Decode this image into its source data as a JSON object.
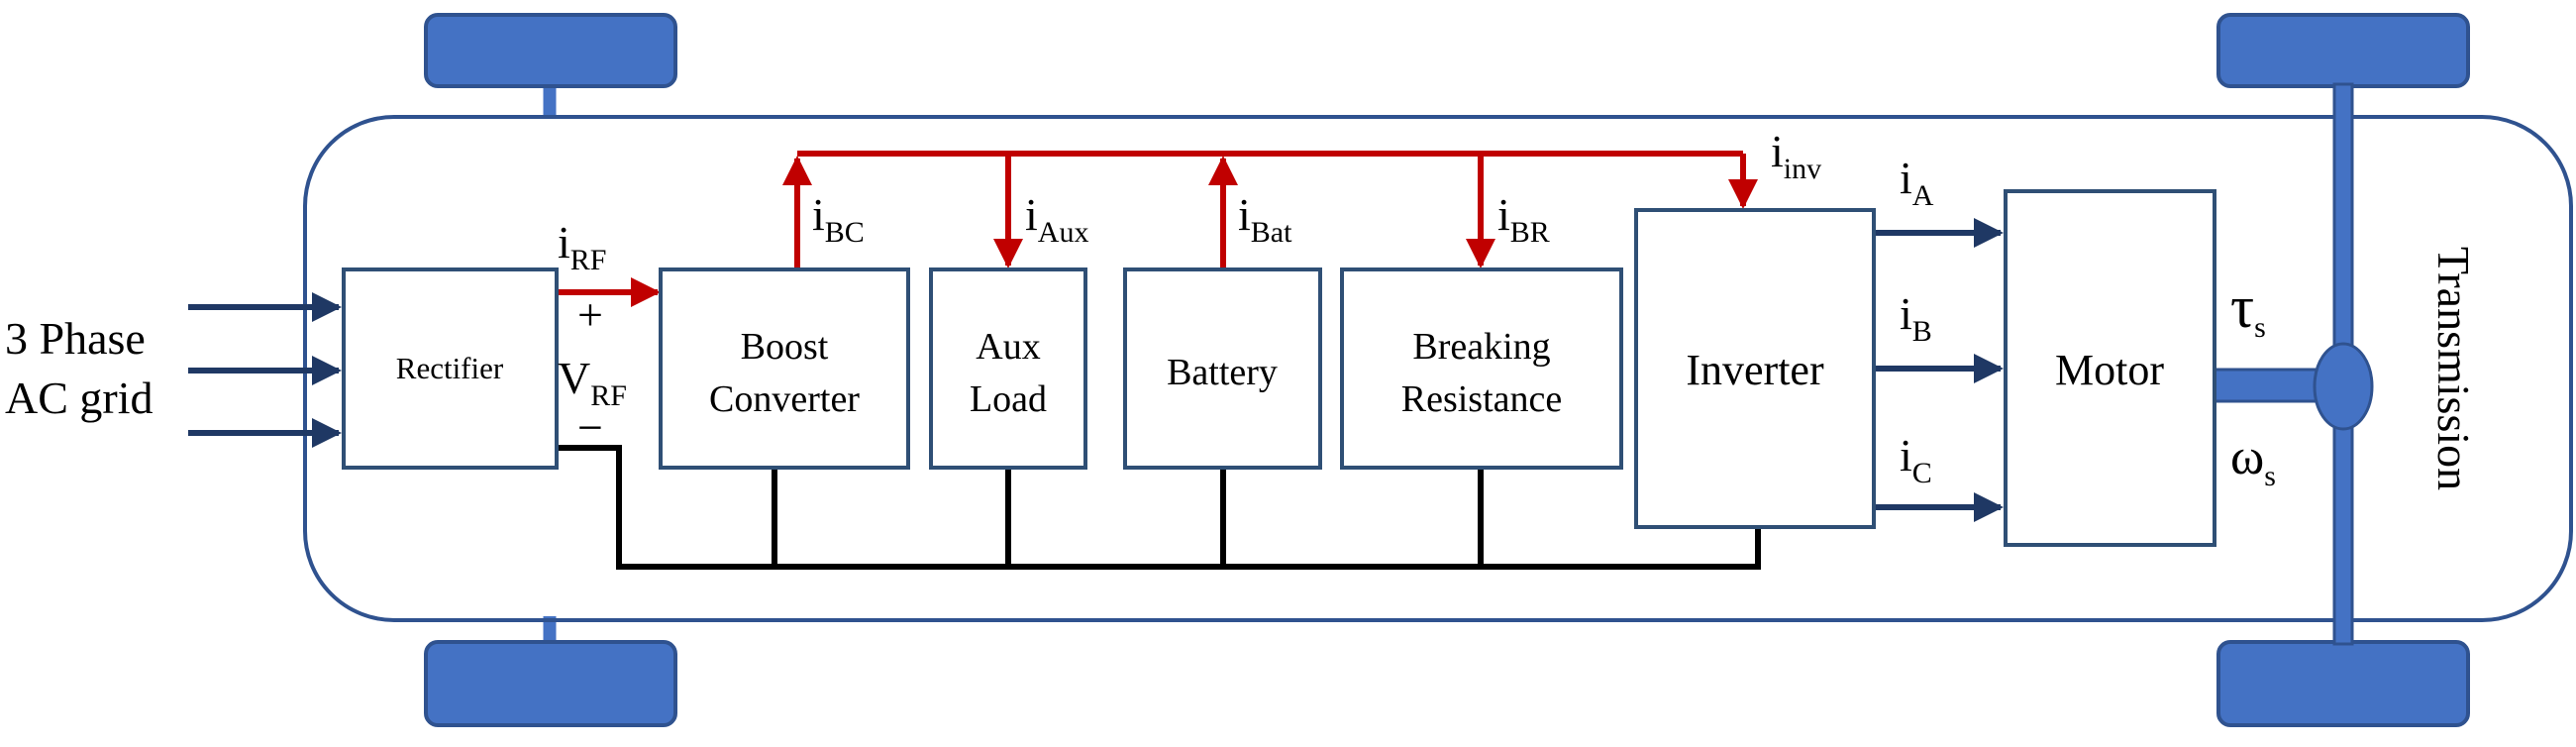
{
  "colors": {
    "navy": "#1F3864",
    "wheel_fill": "#4472C4",
    "wheel_stroke": "#2F528F",
    "chassis": "#2F528F",
    "dc_bus": "#C00000",
    "ground": "#000000",
    "block_stroke": "#2F4F75"
  },
  "input": {
    "line1": "3 Phase",
    "line2": "AC grid"
  },
  "blocks": {
    "rectifier": "Rectifier",
    "boost_line1": "Boost",
    "boost_line2": "Converter",
    "aux_line1": "Aux",
    "aux_line2": "Load",
    "battery": "Battery",
    "breaking_line1": "Breaking",
    "breaking_line2": "Resistance",
    "inverter": "Inverter",
    "motor": "Motor",
    "transmission": "Transmission"
  },
  "labels": {
    "i_rf": {
      "main": "i",
      "sub": "RF"
    },
    "v_rf": {
      "main": "V",
      "sub": "RF"
    },
    "plus": "+",
    "minus": "−",
    "i_bc": {
      "main": "i",
      "sub": "BC"
    },
    "i_aux": {
      "main": "i",
      "sub": "Aux"
    },
    "i_bat": {
      "main": "i",
      "sub": "Bat"
    },
    "i_br": {
      "main": "i",
      "sub": "BR"
    },
    "i_inv": {
      "main": "i",
      "sub": "inv"
    },
    "i_a": {
      "main": "i",
      "sub": "A"
    },
    "i_b": {
      "main": "i",
      "sub": "B"
    },
    "i_c": {
      "main": "i",
      "sub": "C"
    },
    "tau_s": {
      "main": "τ",
      "sub": "s"
    },
    "omega_s": {
      "main": "ω",
      "sub": "s"
    }
  }
}
